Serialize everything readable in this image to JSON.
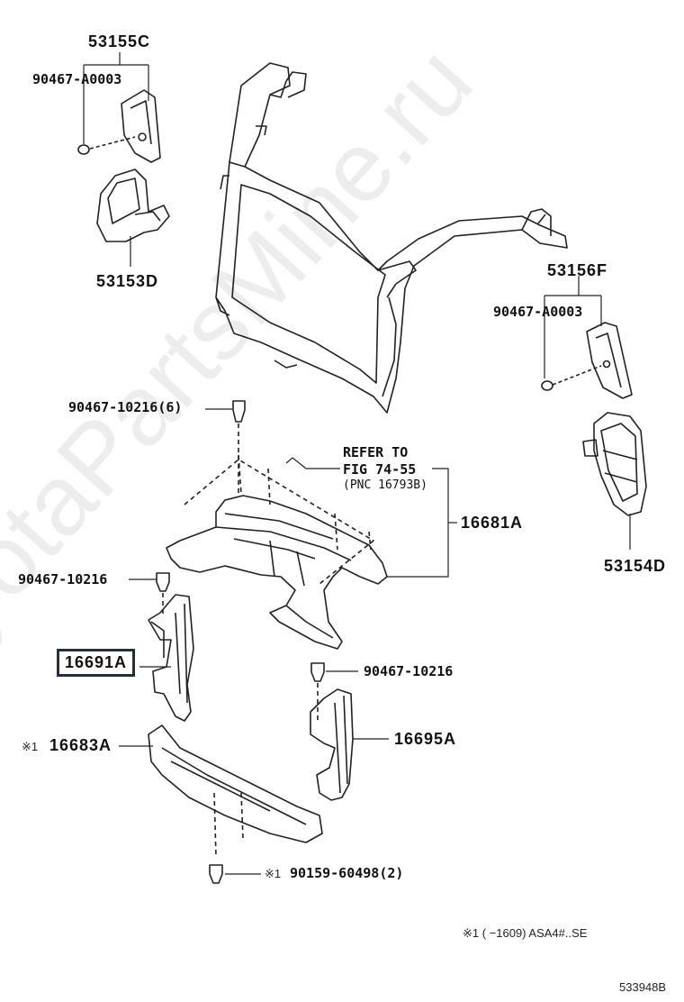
{
  "watermark": "ToyotaPartsMine.ru",
  "parts": {
    "p53155C": "53155C",
    "p90467_A0003_top": "90467-A0003",
    "p53153D": "53153D",
    "p53156F": "53156F",
    "p90467_A0003_right": "90467-A0003",
    "p53154D": "53154D",
    "p90467_10216_6": "90467-10216(6)",
    "refer_line1": "REFER TO",
    "refer_line2": "FIG 74-55",
    "refer_line3": "(PNC 16793B)",
    "p16681A": "16681A",
    "p90467_10216_left": "90467-10216",
    "p16691A": "16691A",
    "p90467_10216_right": "90467-10216",
    "p16683A_mark": "※1",
    "p16683A": "16683A",
    "p16695A": "16695A",
    "p90159_mark": "※1",
    "p90159": "90159-60498(2)"
  },
  "footnote": "※1 (       −1609) ASA4#..SE",
  "figure_id": "533948B"
}
